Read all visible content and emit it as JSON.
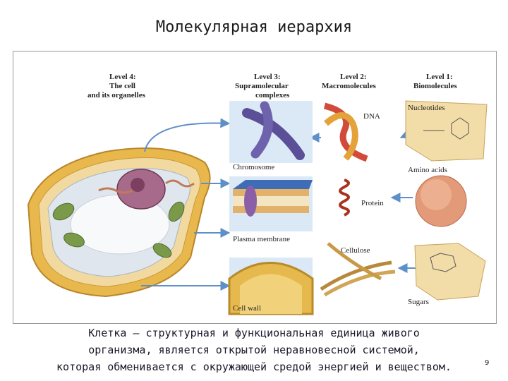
{
  "slide": {
    "title": "Молекулярная иерархия",
    "caption_lines": [
      "Клетка – структурная и функциональная единица живого",
      "организма, является открытой неравновесной системой,",
      "которая обменивается с окружающей средой энергией и веществом."
    ],
    "page_number": "9"
  },
  "figure": {
    "levels": [
      {
        "lines": [
          "Level 4:",
          "The cell",
          "and its organelles"
        ]
      },
      {
        "lines": [
          "Level 3:",
          "Supramolecular",
          "complexes"
        ]
      },
      {
        "lines": [
          "Level 2:",
          "Macromolecules"
        ]
      },
      {
        "lines": [
          "Level 1:",
          "Biomolecules"
        ]
      }
    ],
    "labels": {
      "dna": "DNA",
      "nucleotides": "Nucleotides",
      "chromosome": "Chromosome",
      "amino_acids": "Amino acids",
      "protein": "Protein",
      "plasma_membrane": "Plasma membrane",
      "cellulose": "Cellulose",
      "cell_wall": "Cell wall",
      "sugars": "Sugars"
    }
  }
}
